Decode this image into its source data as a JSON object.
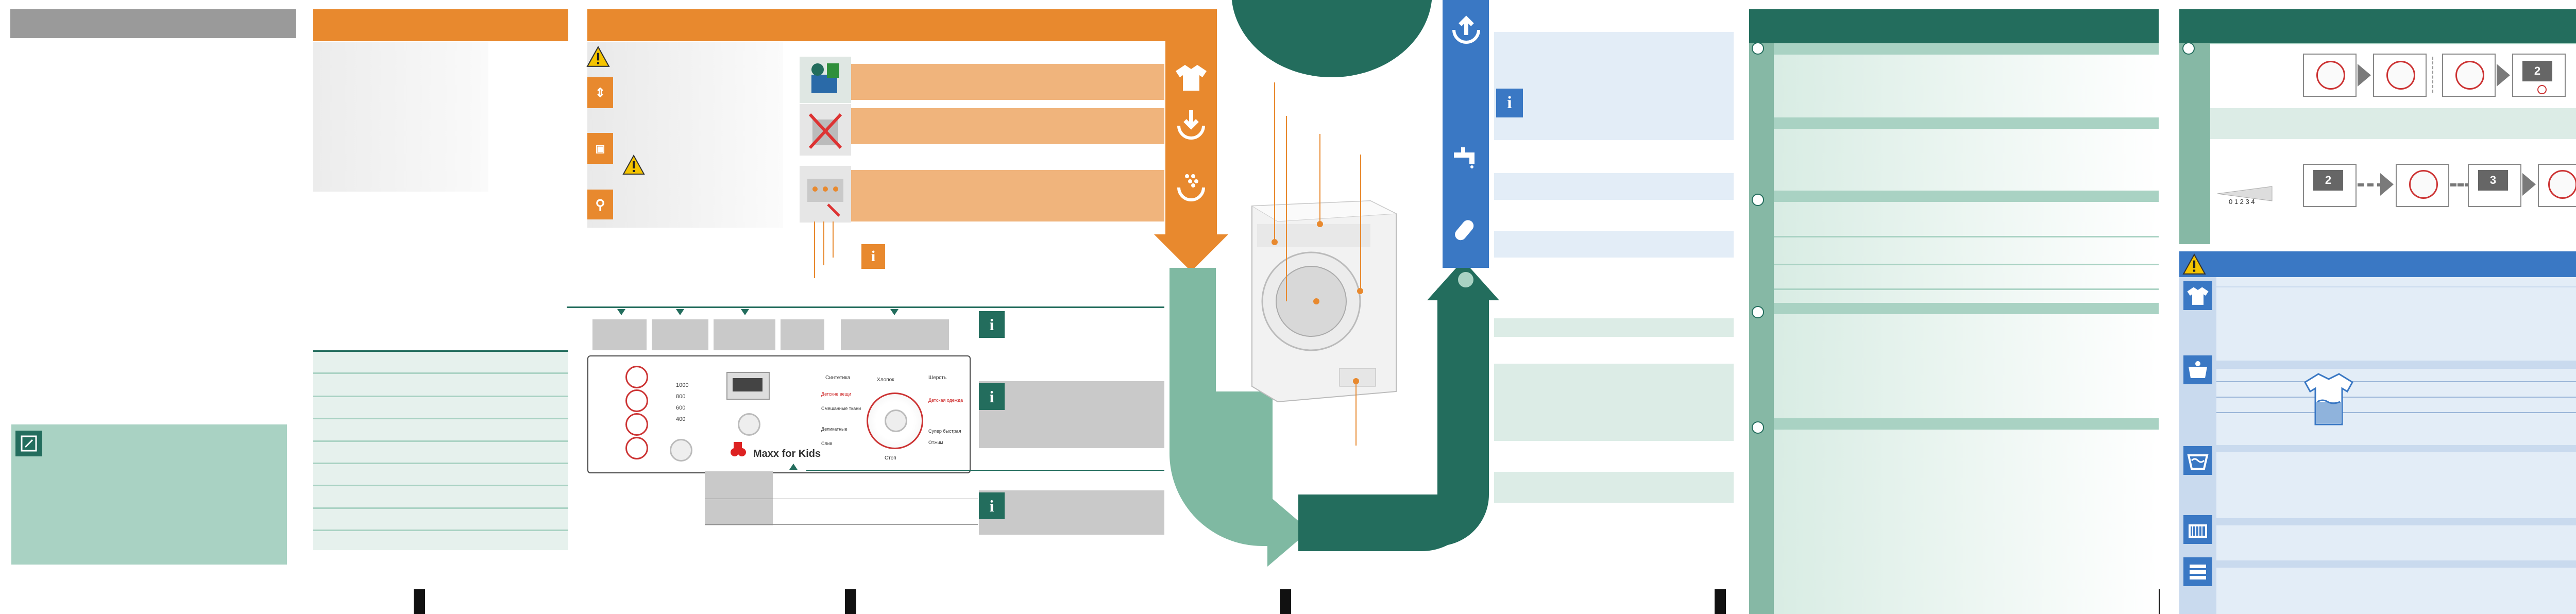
{
  "control_panel": {
    "brand_label": "Maxx for Kids",
    "speed_values": [
      "1000",
      "800",
      "600",
      "400"
    ],
    "dial_labels": {
      "top_left": "Синтетика",
      "top": "Хлопок",
      "top_right": "Шерсть",
      "left_1": "Детские вещи",
      "left_2": "Смешанные ткани",
      "left_3": "Деликатные",
      "left_4": "Слив",
      "right_1": "Детская одежда",
      "right_2": "Супер быстрая",
      "right_3": "Отжим",
      "bottom": "Стоп"
    }
  },
  "right_panel": {
    "level_scale": "0 1 2 3 4",
    "display_digits": [
      "2",
      "3",
      "2"
    ]
  },
  "colors": {
    "orange": "#e8892e",
    "orange_light": "#f0b47c",
    "green_dark": "#236d5d",
    "green_mid": "#a9d2c3",
    "blue": "#3a78c4",
    "gray": "#9a9a9a"
  },
  "icons": [
    "warning-icon",
    "info-icon",
    "shirt-icon",
    "load-icon",
    "detergent-icon",
    "tap-icon",
    "hose-icon",
    "quick-icon",
    "tshirt-icon",
    "basket-icon",
    "hand-wash-icon",
    "dryer-icon",
    "stack-icon"
  ]
}
